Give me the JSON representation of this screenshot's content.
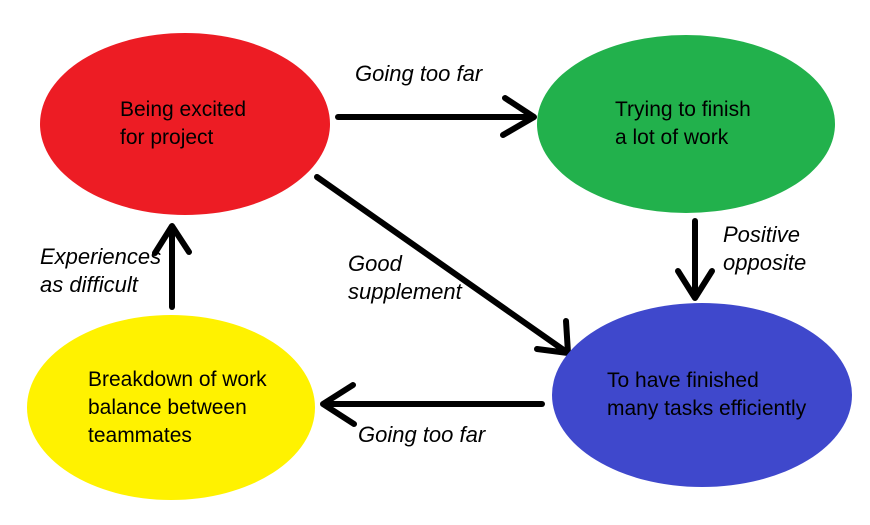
{
  "diagram": {
    "arrow_color": "#000000",
    "nodes": [
      {
        "id": "being-excited",
        "color": "#ED1C24",
        "lines": [
          "Being excited",
          "for project"
        ]
      },
      {
        "id": "trying-to-finish",
        "color": "#22B14C",
        "lines": [
          "Trying to finish",
          "a lot of work"
        ]
      },
      {
        "id": "finished-tasks",
        "color": "#3F48CC",
        "lines": [
          "To have finished",
          "many tasks efficiently"
        ]
      },
      {
        "id": "work-breakdown",
        "color": "#FFF200",
        "lines": [
          "Breakdown of work",
          "balance between",
          "teammates"
        ]
      }
    ],
    "edges": [
      {
        "from": "being-excited",
        "to": "trying-to-finish",
        "label_lines": [
          "Going too far"
        ]
      },
      {
        "from": "trying-to-finish",
        "to": "finished-tasks",
        "label_lines": [
          "Positive",
          "opposite"
        ]
      },
      {
        "from": "being-excited",
        "to": "finished-tasks",
        "label_lines": [
          "Good",
          "supplement"
        ]
      },
      {
        "from": "finished-tasks",
        "to": "work-breakdown",
        "label_lines": [
          "Going too far"
        ]
      },
      {
        "from": "work-breakdown",
        "to": "being-excited",
        "label_lines": [
          "Experiences",
          "as difficult"
        ]
      }
    ]
  }
}
